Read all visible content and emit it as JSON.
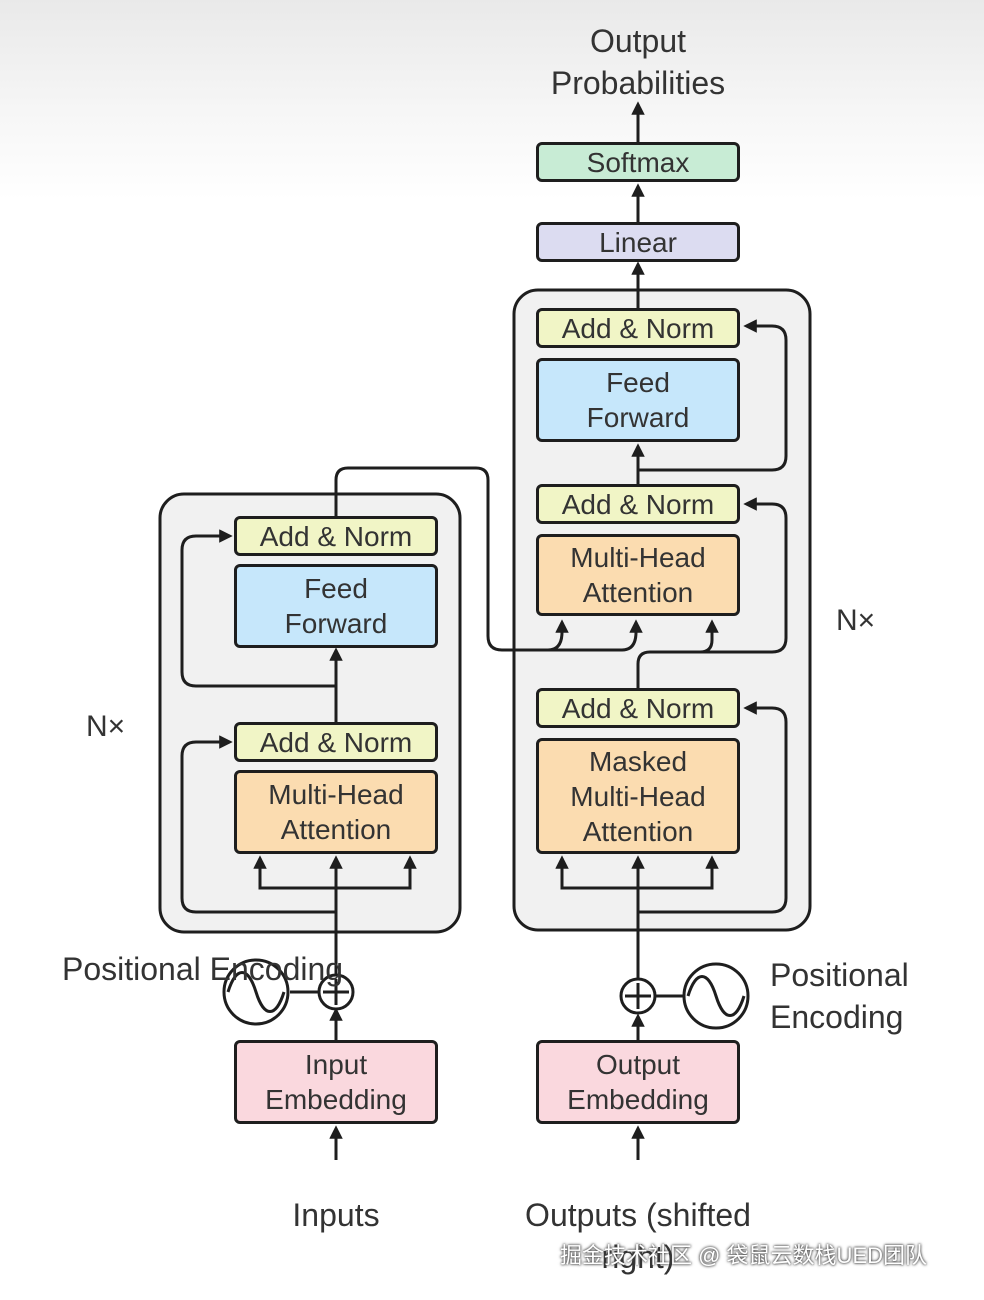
{
  "output_label": {
    "line1": "Output",
    "line2": "Probabilities"
  },
  "softmax": "Softmax",
  "linear": "Linear",
  "encoder": {
    "repeat": "N×",
    "add_norm_top": "Add & Norm",
    "feed_forward": {
      "line1": "Feed",
      "line2": "Forward"
    },
    "add_norm_bottom": "Add & Norm",
    "attention": {
      "line1": "Multi-Head",
      "line2": "Attention"
    },
    "embedding": {
      "line1": "Input",
      "line2": "Embedding"
    },
    "positional": {
      "line1": "Positional",
      "line2": "Encoding"
    },
    "input_label": "Inputs"
  },
  "decoder": {
    "repeat": "N×",
    "add_norm_top": "Add & Norm",
    "feed_forward": {
      "line1": "Feed",
      "line2": "Forward"
    },
    "add_norm_mid": "Add & Norm",
    "attention": {
      "line1": "Multi-Head",
      "line2": "Attention"
    },
    "add_norm_bottom": "Add & Norm",
    "masked_attention": {
      "line1": "Masked",
      "line2": "Multi-Head",
      "line3": "Attention"
    },
    "embedding": {
      "line1": "Output",
      "line2": "Embedding"
    },
    "positional": {
      "line1": "Positional",
      "line2": "Encoding"
    },
    "output_label": {
      "line1": "Outputs",
      "line2": "(shifted right)"
    }
  },
  "watermark": "掘金技术社区 @ 袋鼠云数栈UED团队",
  "icons": {
    "add": "plus-circle-icon",
    "wave": "sine-wave-icon"
  },
  "colors": {
    "add_norm": "#f1f5c6",
    "feed_forward": "#c6e7fb",
    "attention": "#fbdcb0",
    "embedding": "#fad8de",
    "softmax": "#c8ecd5",
    "linear": "#dcdcf1"
  }
}
